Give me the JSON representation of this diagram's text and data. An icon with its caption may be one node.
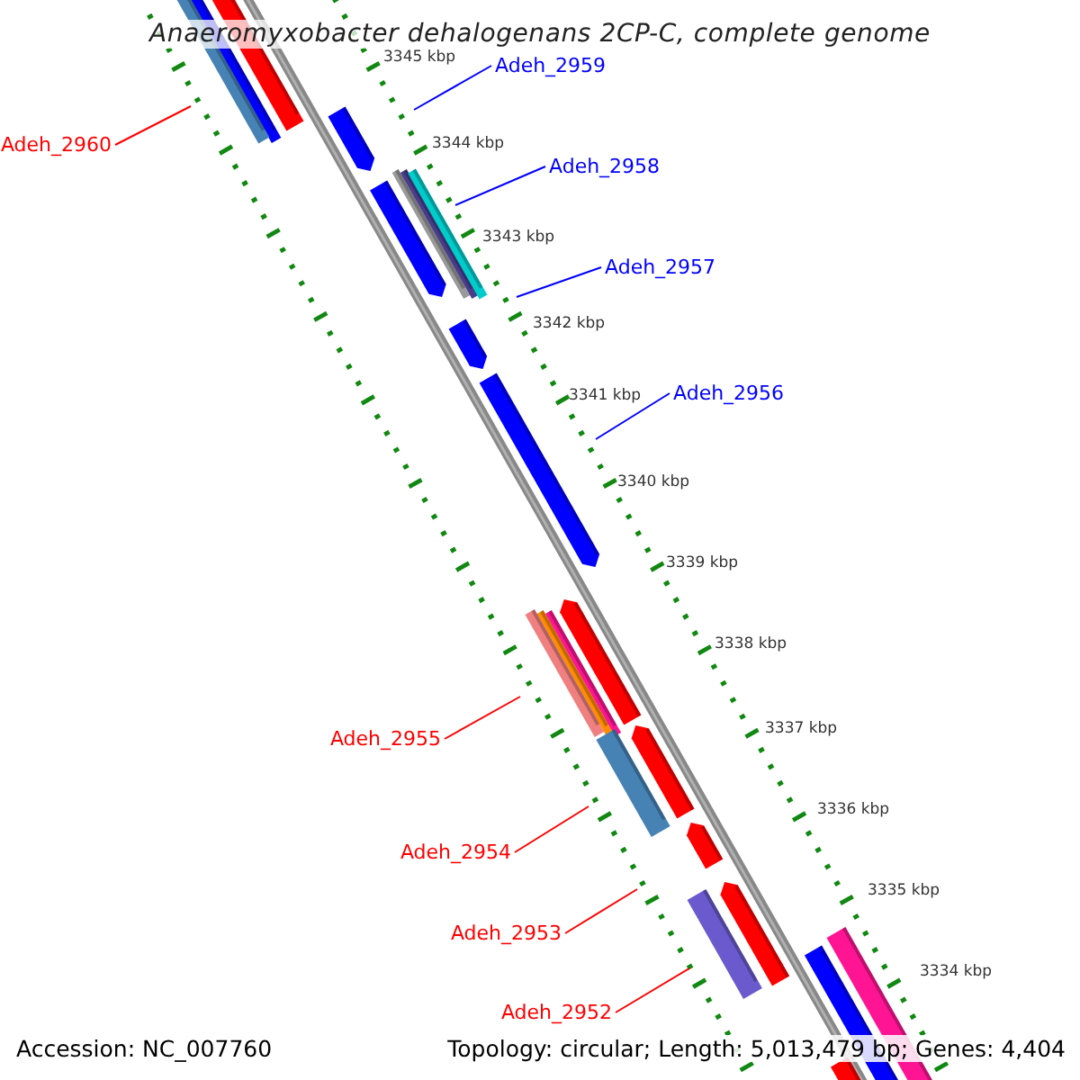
{
  "diagram": {
    "title": "Anaeromyxobacter dehalogenans 2CP-C, complete genome",
    "nodes": [
      {
        "text": [
          "Adeh_2959"
        ]
      },
      {
        "text": [
          "Adeh_2960"
        ]
      },
      {
        "text": [
          "Adeh_2958"
        ]
      },
      {
        "text": [
          "Adeh_2957"
        ]
      },
      {
        "text": [
          "Adeh_2956"
        ]
      },
      {
        "text": [
          "Adeh_2955"
        ]
      },
      {
        "text": [
          "Adeh_2954"
        ]
      },
      {
        "text": [
          "Adeh_2953"
        ]
      },
      {
        "text": [
          "Adeh_2952"
        ]
      }
    ],
    "edges": [
      {
        "from": 0,
        "to": null,
        "arrow": "none",
        "color": "#0000ff"
      },
      {
        "from": 1,
        "to": null,
        "arrow": "none"
      },
      {
        "from": 2,
        "to": null,
        "arrow": "none",
        "color": "#0000ff"
      },
      {
        "from": 3,
        "to": null,
        "arrow": "none",
        "color": "#0000ff"
      },
      {
        "from": 4,
        "to": null,
        "arrow": "none",
        "color": "#0000ff"
      },
      {
        "from": 5,
        "to": null,
        "arrow": "none"
      },
      {
        "from": 6,
        "to": null,
        "arrow": "none"
      },
      {
        "from": 7,
        "to": null,
        "arrow": "none"
      },
      {
        "from": 8,
        "to": null,
        "arrow": "none"
      }
    ],
    "labels": [
      "3345 kbp",
      "3344 kbp",
      "3343 kbp",
      "3342 kbp",
      "3341 kbp",
      "3340 kbp",
      "3339 kbp",
      "3338 kbp",
      "3337 kbp",
      "3336 kbp",
      "3335 kbp",
      "3334 kbp",
      "Accession: NC_007760",
      "Topology: circular; Length: 5,013,479 bp; Genes: 4,404"
    ]
  }
}
